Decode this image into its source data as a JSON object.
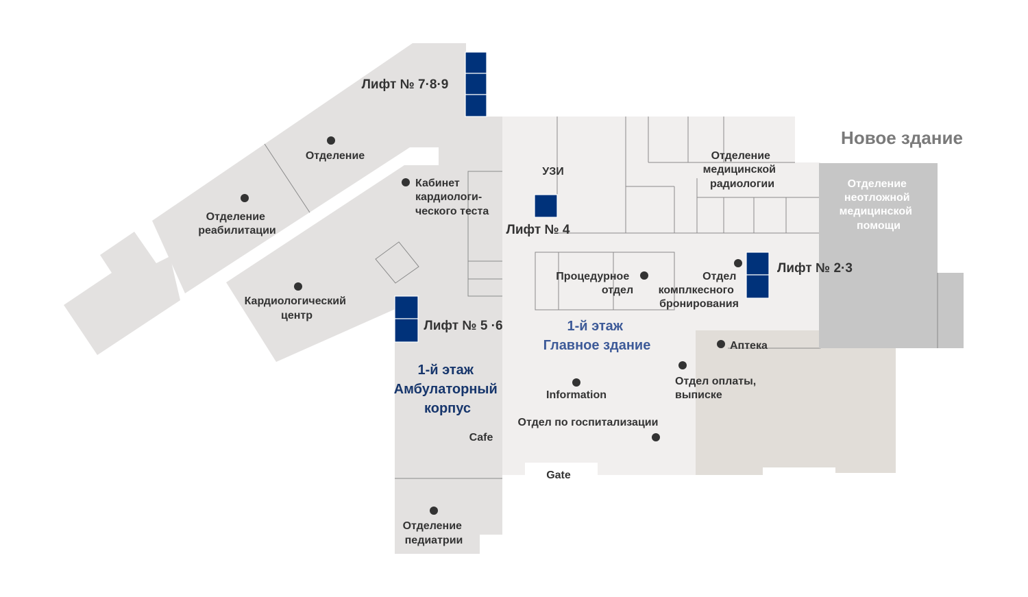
{
  "new_building_title": "Новое здание",
  "floor_labels": {
    "outpatient": [
      "1-й этаж",
      "Амбулаторный",
      "корпус"
    ],
    "main": [
      "1-й этаж",
      "Главное здание"
    ]
  },
  "elevators": {
    "lift_789": "Лифт № 7·8·9",
    "lift_4": "Лифт № 4",
    "lift_56": "Лифт № 5 ·6",
    "lift_23": "Лифт № 2·3"
  },
  "rooms": {
    "department": [
      "Отделение"
    ],
    "rehabilitation": [
      "Отделение",
      "реабилитации"
    ],
    "cardio_test": [
      "Кабинет",
      "кардиологи-",
      "ческого теста"
    ],
    "cardio_center": [
      "Кардиологический",
      "центр"
    ],
    "ultrasound": [
      "УЗИ"
    ],
    "radiology": [
      "Отделение",
      "медицинской",
      "радиологии"
    ],
    "emergency": [
      "Отделение",
      "неотложной",
      "медицинской",
      "помощи"
    ],
    "procedure": [
      "Процедурное",
      "отдел"
    ],
    "booking": [
      "Отдел",
      "комплкесного",
      "бронирования"
    ],
    "pharmacy": [
      "Аптека"
    ],
    "payment": [
      "Отдел оплаты,",
      "выписке"
    ],
    "information": [
      "Information"
    ],
    "hospitalization": [
      "Отдел по госпитализации"
    ],
    "cafe": [
      "Cafe"
    ],
    "gate": [
      "Gate"
    ],
    "pediatrics": [
      "Отделение",
      "педиатрии"
    ]
  },
  "colors": {
    "outpatient_fill": "#e3e1e0",
    "main_fill": "#f1efee",
    "east_fill": "#e1ddd8",
    "emergency_fill": "#c6c6c6",
    "elevator": "#00327a",
    "floor_label": "#17366c",
    "floor_label_main": "#3d5a98"
  }
}
